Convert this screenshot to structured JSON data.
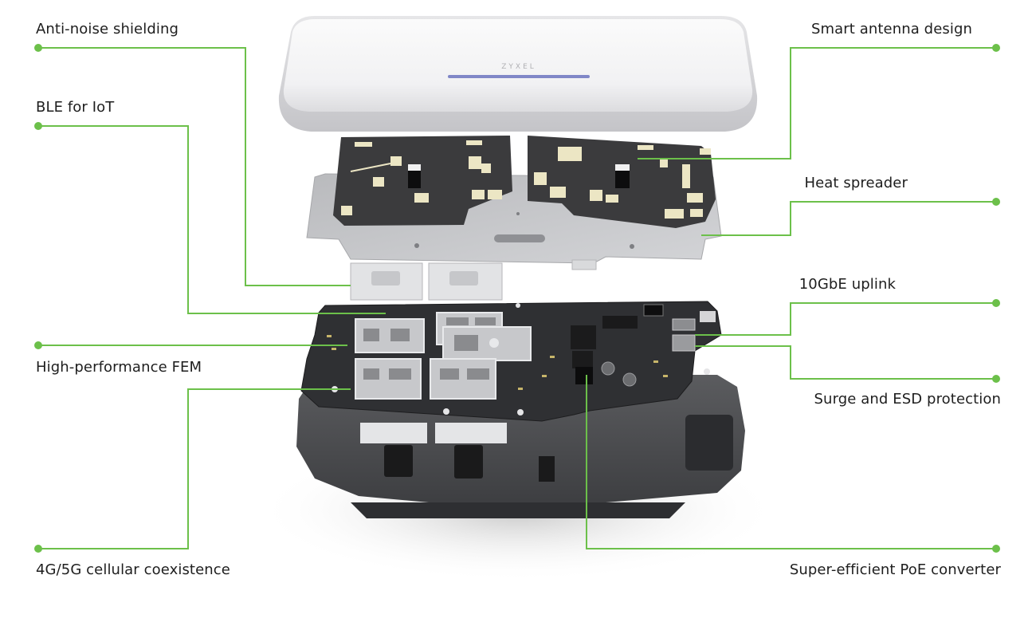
{
  "callouts": {
    "anti_noise": "Anti-noise shielding",
    "ble": "BLE for IoT",
    "fem": "High-performance FEM",
    "cellular": "4G/5G cellular coexistence",
    "antenna": "Smart antenna design",
    "heat": "Heat spreader",
    "uplink": "10GbE uplink",
    "surge": "Surge and ESD protection",
    "poe": "Super-efficient PoE converter"
  },
  "device": {
    "brand": "ZYXEL"
  },
  "colors": {
    "leader_line": "#6cc04a",
    "text": "#1e1e1e"
  }
}
